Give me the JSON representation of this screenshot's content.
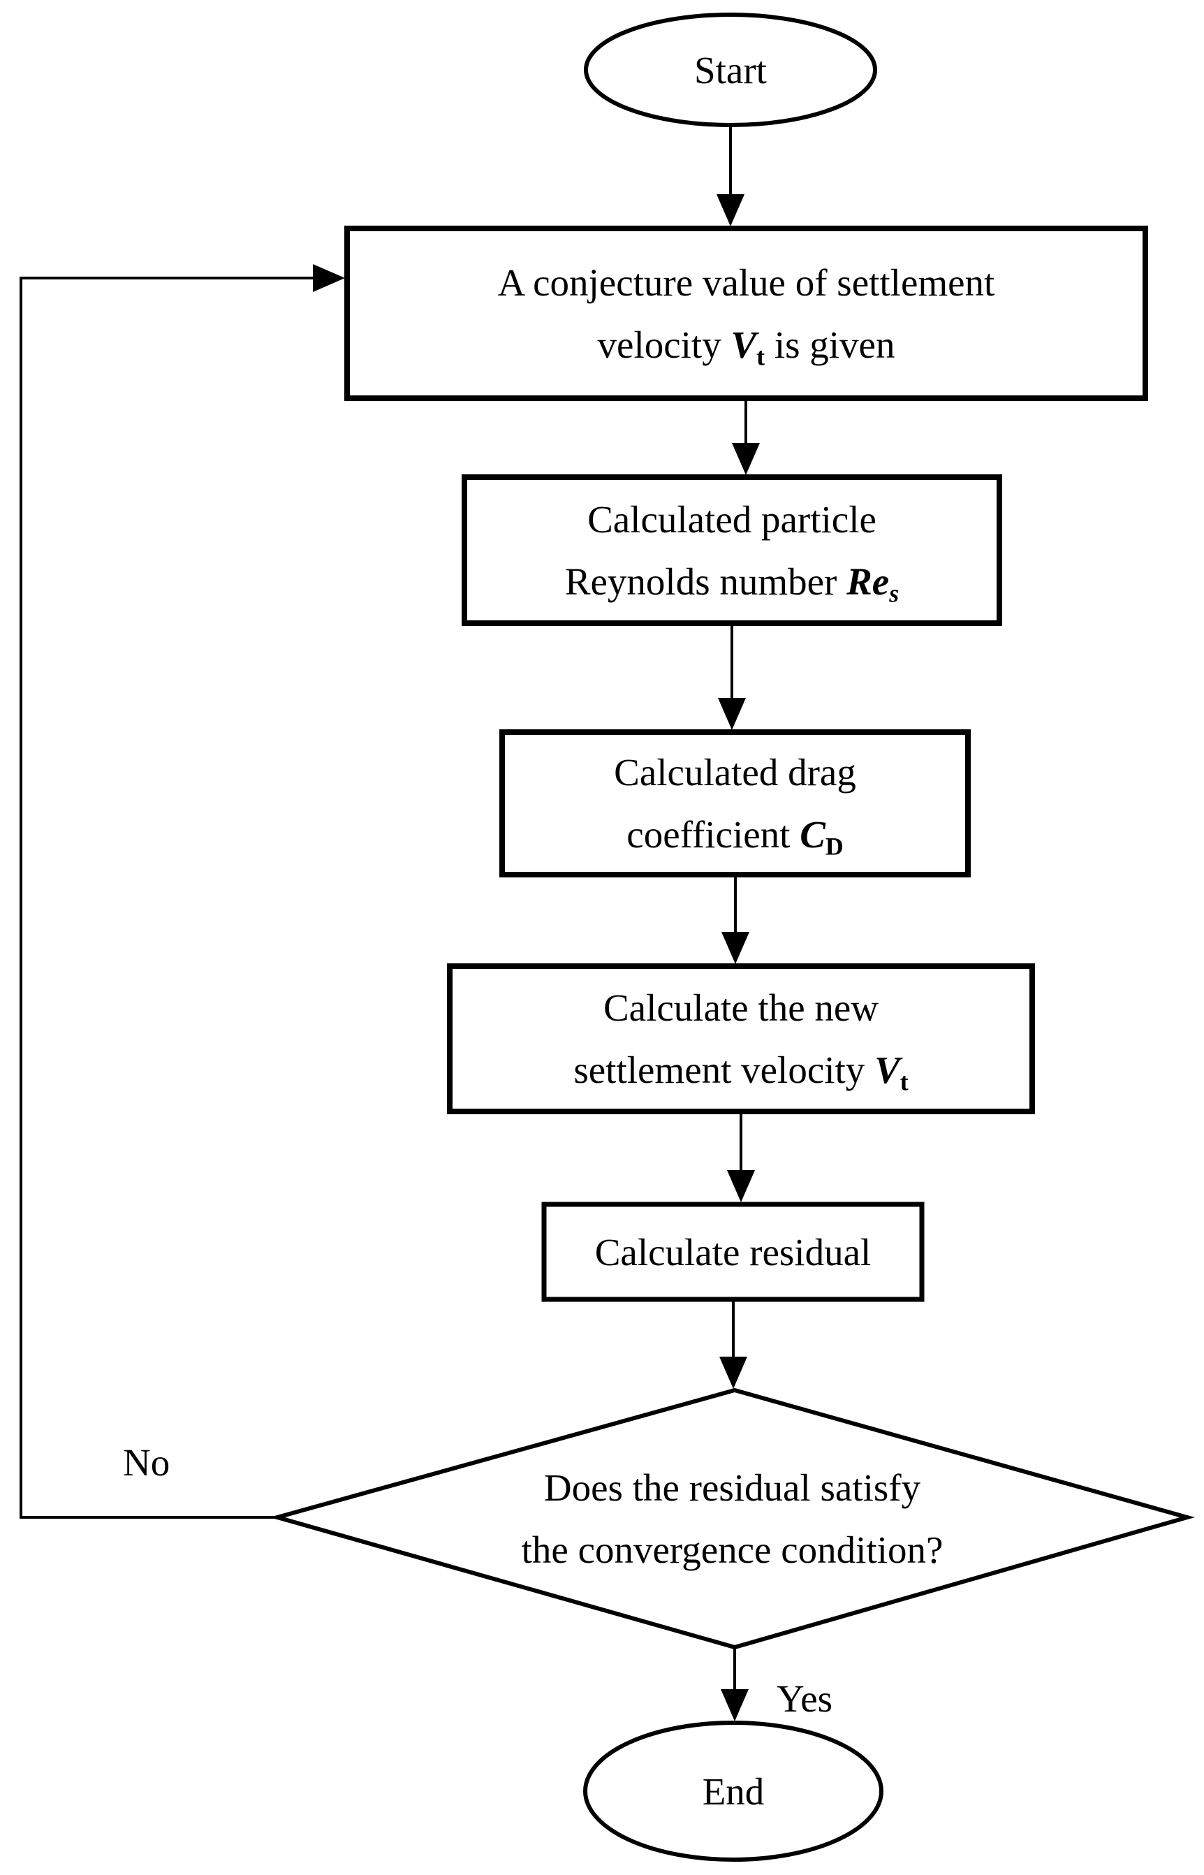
{
  "colors": {
    "stroke": "#000000",
    "node_fill": "#ffffff",
    "background": "#ffffff"
  },
  "nodes": {
    "start": {
      "type": "terminator",
      "label": "Start"
    },
    "conjecture": {
      "type": "process",
      "lines": [
        [
          {
            "t": "A conjecture value of settlement"
          }
        ],
        [
          {
            "t": "velocity "
          },
          {
            "t": "V",
            "s": "bi"
          },
          {
            "t": "t",
            "s": "subb"
          },
          {
            "t": " is given"
          }
        ]
      ]
    },
    "reynolds": {
      "type": "process",
      "lines": [
        [
          {
            "t": "Calculated particle"
          }
        ],
        [
          {
            "t": "Reynolds number "
          },
          {
            "t": "Re",
            "s": "bi"
          },
          {
            "t": "s",
            "s": "subbi"
          }
        ]
      ]
    },
    "drag": {
      "type": "process",
      "lines": [
        [
          {
            "t": "Calculated drag"
          }
        ],
        [
          {
            "t": "coefficient "
          },
          {
            "t": "C",
            "s": "bi"
          },
          {
            "t": "D",
            "s": "subb"
          }
        ]
      ]
    },
    "new_velocity": {
      "type": "process",
      "lines": [
        [
          {
            "t": "Calculate the new"
          }
        ],
        [
          {
            "t": "settlement velocity "
          },
          {
            "t": "V",
            "s": "bi"
          },
          {
            "t": "t",
            "s": "subb"
          }
        ]
      ]
    },
    "residual": {
      "type": "process",
      "lines": [
        [
          {
            "t": "Calculate residual"
          }
        ]
      ]
    },
    "decision": {
      "type": "decision",
      "lines": [
        [
          {
            "t": "Does the residual satisfy"
          }
        ],
        [
          {
            "t": "the convergence condition?"
          }
        ]
      ]
    },
    "end": {
      "type": "terminator",
      "label": "End"
    }
  },
  "edges": {
    "yes_label": "Yes",
    "no_label": "No"
  }
}
